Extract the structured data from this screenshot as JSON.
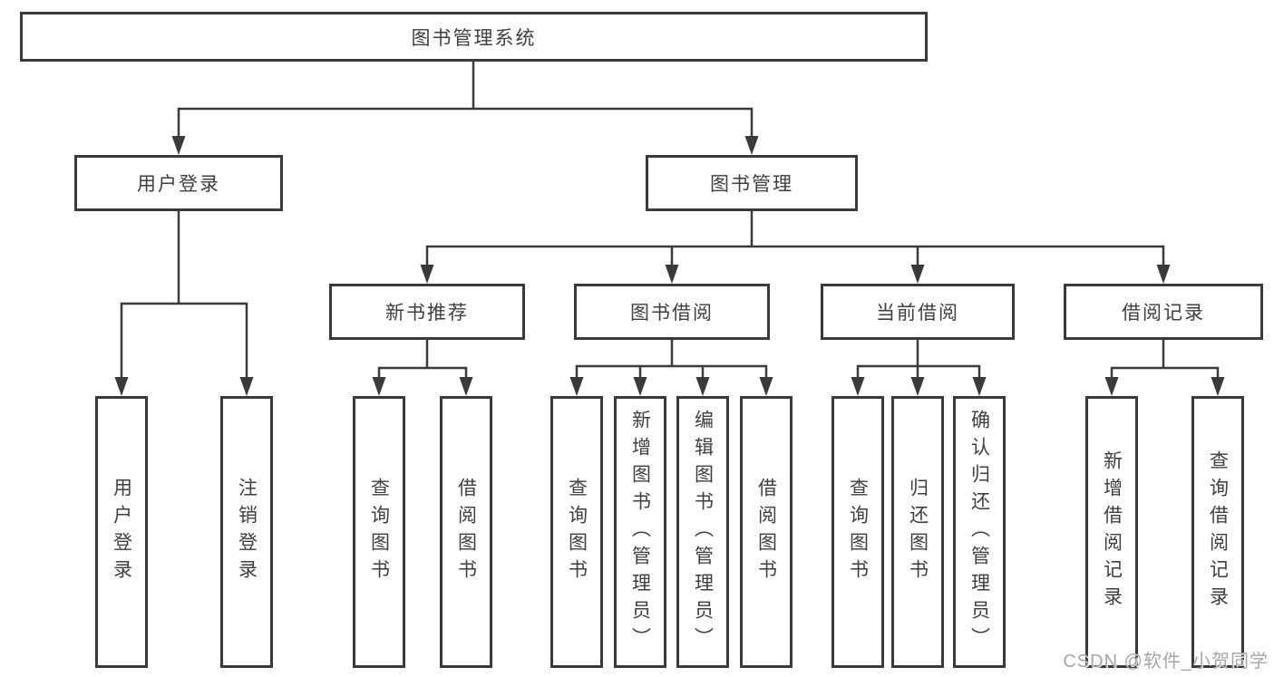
{
  "tree": {
    "root": {
      "label": "图书管理系统"
    },
    "branches": [
      {
        "label": "用户登录",
        "children": [
          {
            "label": "用户登录"
          },
          {
            "label": "注销登录"
          }
        ]
      },
      {
        "label": "图书管理",
        "children": [
          {
            "label": "新书推荐",
            "children": [
              {
                "label": "查询图书"
              },
              {
                "label": "借阅图书"
              }
            ]
          },
          {
            "label": "图书借阅",
            "children": [
              {
                "label": "查询图书"
              },
              {
                "label": "新增图书（管理员）"
              },
              {
                "label": "编辑图书（管理员）"
              },
              {
                "label": "借阅图书"
              }
            ]
          },
          {
            "label": "当前借阅",
            "children": [
              {
                "label": "查询图书"
              },
              {
                "label": "归还图书"
              },
              {
                "label": "确认归还（管理员）"
              }
            ]
          },
          {
            "label": "借阅记录",
            "children": [
              {
                "label": "新增借阅记录"
              },
              {
                "label": "查询借阅记录"
              }
            ]
          }
        ]
      }
    ]
  },
  "watermark": {
    "text": "CSDN @软件_小贺同学"
  },
  "colors": {
    "line": "#3a3a3a",
    "text": "#3f3f3f",
    "background": "#ffffff",
    "watermark": "#a6a6a6"
  }
}
